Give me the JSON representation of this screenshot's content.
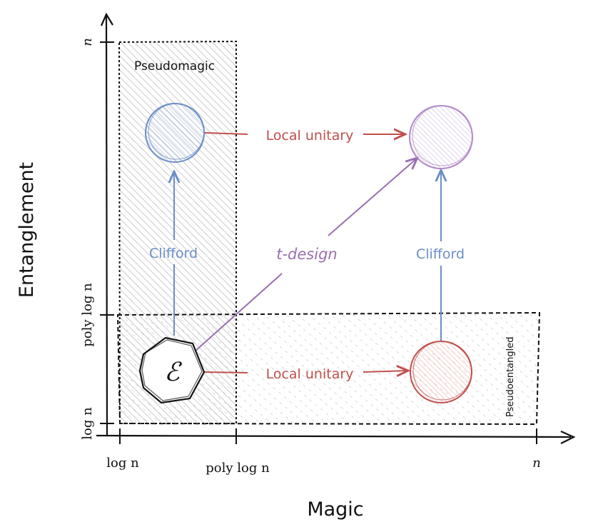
{
  "axes": {
    "x_label": "Magic",
    "y_label": "Entanglement",
    "x_ticks": [
      "log n",
      "poly log n",
      "n"
    ],
    "y_ticks": [
      "log n",
      "poly log n",
      "n"
    ]
  },
  "regions": {
    "pseudomagic": "Pseudomagic",
    "pseudoentangled": "Pseudoentangled"
  },
  "nodes": {
    "origin": "ℰ"
  },
  "edges": {
    "top_local_unitary": "Local unitary",
    "bottom_local_unitary": "Local unitary",
    "left_clifford": "Clifford",
    "right_clifford": "Clifford",
    "t_design": "t-design"
  },
  "colors": {
    "red": "#c0504d",
    "blue": "#6a8fc7",
    "purple": "#9a6fb0",
    "hatch": "#c8c8c8"
  }
}
